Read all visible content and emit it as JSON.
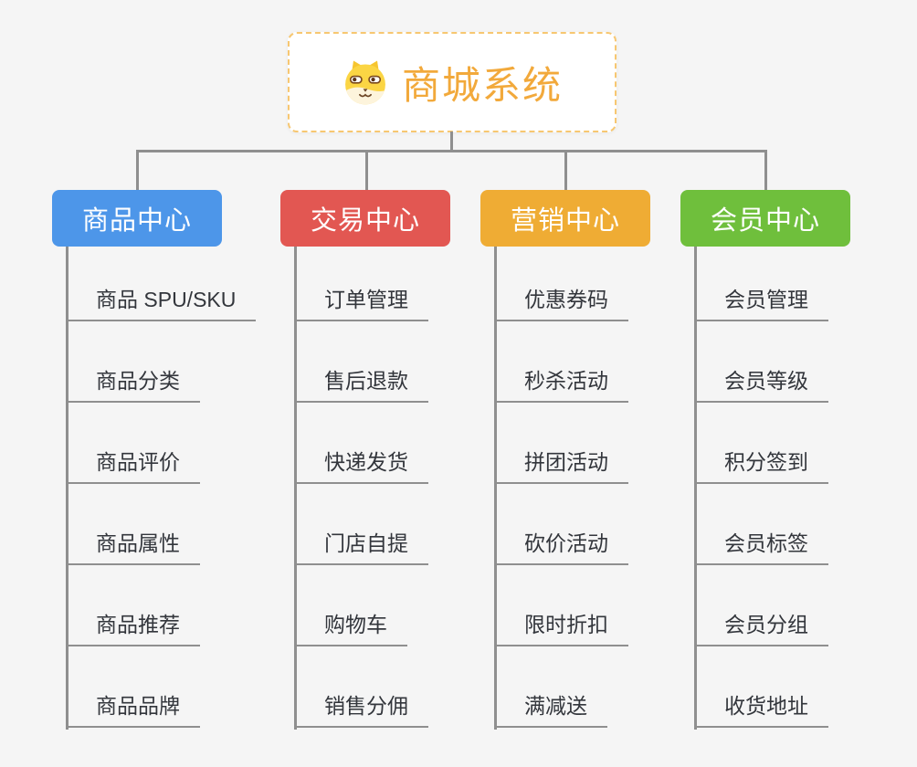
{
  "root": {
    "title": "商城系统",
    "icon": "dog-face-icon"
  },
  "branches": [
    {
      "id": "product-center",
      "label": "商品中心",
      "color": "#4D96E9",
      "items": [
        "商品 SPU/SKU",
        "商品分类",
        "商品评价",
        "商品属性",
        "商品推荐",
        "商品品牌"
      ]
    },
    {
      "id": "trade-center",
      "label": "交易中心",
      "color": "#E25752",
      "items": [
        "订单管理",
        "售后退款",
        "快递发货",
        "门店自提",
        "购物车",
        "销售分佣"
      ]
    },
    {
      "id": "marketing-center",
      "label": "营销中心",
      "color": "#EFAC34",
      "items": [
        "优惠券码",
        "秒杀活动",
        "拼团活动",
        "砍价活动",
        "限时折扣",
        "满减送"
      ]
    },
    {
      "id": "member-center",
      "label": "会员中心",
      "color": "#6FBF3C",
      "items": [
        "会员管理",
        "会员等级",
        "积分签到",
        "会员标签",
        "会员分组",
        "收货地址"
      ]
    }
  ],
  "colors": {
    "background": "#F5F5F5",
    "line": "#8F8F8F",
    "root_bg": "#FFFFFF",
    "root_border": "#F7C771",
    "root_text": "#F2A93B",
    "leaf_text": "#33363C"
  }
}
